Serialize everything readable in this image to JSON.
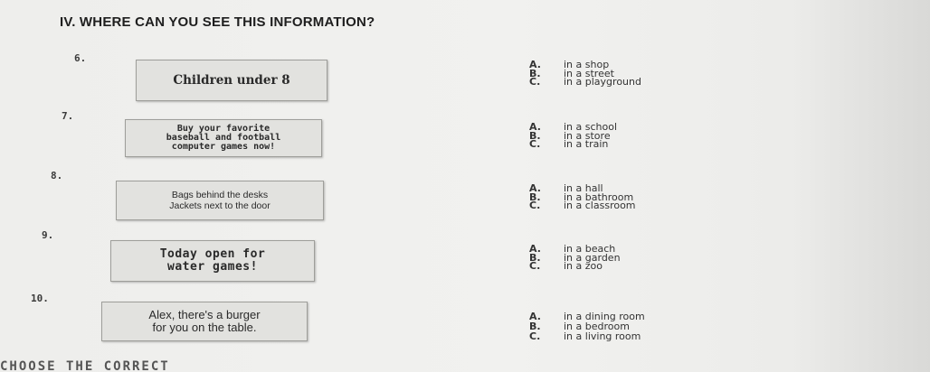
{
  "heading": "IV. WHERE CAN YOU SEE THIS INFORMATION?",
  "questions": [
    {
      "num": "6.",
      "sign": [
        "Children under 8"
      ],
      "options": [
        {
          "letter": "A.",
          "text": "in a shop"
        },
        {
          "letter": "B.",
          "text": "in a street"
        },
        {
          "letter": "C.",
          "text": "in a playground"
        }
      ]
    },
    {
      "num": "7.",
      "sign": [
        "Buy your favorite",
        "baseball and football",
        "computer games now!"
      ],
      "options": [
        {
          "letter": "A.",
          "text": "in a school"
        },
        {
          "letter": "B.",
          "text": "in a store"
        },
        {
          "letter": "C.",
          "text": "in a train"
        }
      ]
    },
    {
      "num": "8.",
      "sign": [
        "Bags behind the desks",
        "Jackets next to the door"
      ],
      "options": [
        {
          "letter": "A.",
          "text": "in a hall"
        },
        {
          "letter": "B.",
          "text": "in a bathroom"
        },
        {
          "letter": "C.",
          "text": "in a classroom"
        }
      ]
    },
    {
      "num": "9.",
      "sign": [
        "Today open for",
        "water games!"
      ],
      "options": [
        {
          "letter": "A.",
          "text": "in a beach"
        },
        {
          "letter": "B.",
          "text": "in a garden"
        },
        {
          "letter": "C.",
          "text": "in a zoo"
        }
      ]
    },
    {
      "num": "10.",
      "sign": [
        "Alex, there's a burger",
        "for you on the table."
      ],
      "options": [
        {
          "letter": "A.",
          "text": "in a dining room"
        },
        {
          "letter": "B.",
          "text": "in a bedroom"
        },
        {
          "letter": "C.",
          "text": "in a living room"
        }
      ]
    }
  ],
  "footer": "CHOOSE THE CORRECT"
}
